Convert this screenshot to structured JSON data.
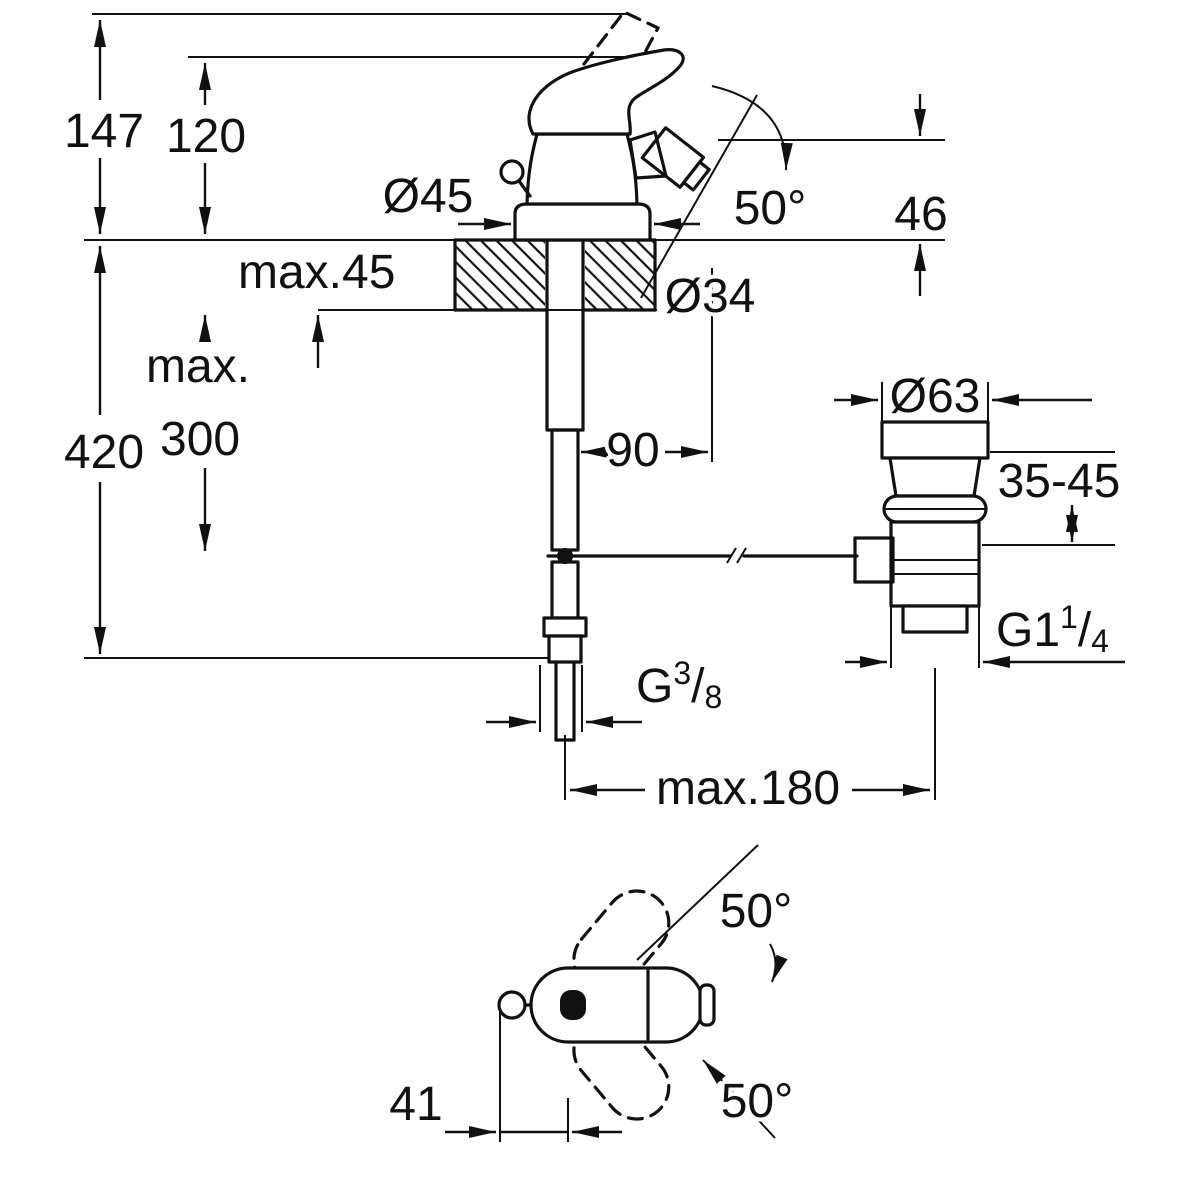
{
  "labels": {
    "h147": "147",
    "h120": "120",
    "dia45": "Ø45",
    "spray_angle": "50°",
    "h46": "46",
    "max45": "max.45",
    "dia34": "Ø34",
    "max_word": "max.",
    "max300": "300",
    "h420": "420",
    "w90": "90",
    "dia63": "Ø63",
    "range_35_45": "35-45",
    "g114": {
      "prefix": "G1",
      "sup": "1",
      "slash": "/",
      "sub": "4"
    },
    "g38": {
      "prefix": "G",
      "sup": "3",
      "slash": "/",
      "sub": "8"
    },
    "max180": "max.180",
    "swivel_top": "50°",
    "swivel_bottom": "50°",
    "w41": "41"
  },
  "colors": {
    "line": "#111111",
    "background": "#ffffff"
  }
}
